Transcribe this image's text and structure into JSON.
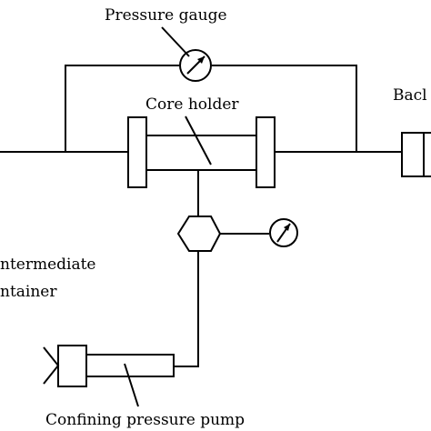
{
  "labels": {
    "pressure_gauge": "Pressure gauge",
    "core_holder": "Core holder",
    "back_partial": "Bacl",
    "intermediate_line1": "ntermediate",
    "intermediate_line2": "ntainer",
    "confining_pump": "Confining pressure pump"
  },
  "colors": {
    "line": "#000000",
    "background": "#ffffff"
  }
}
